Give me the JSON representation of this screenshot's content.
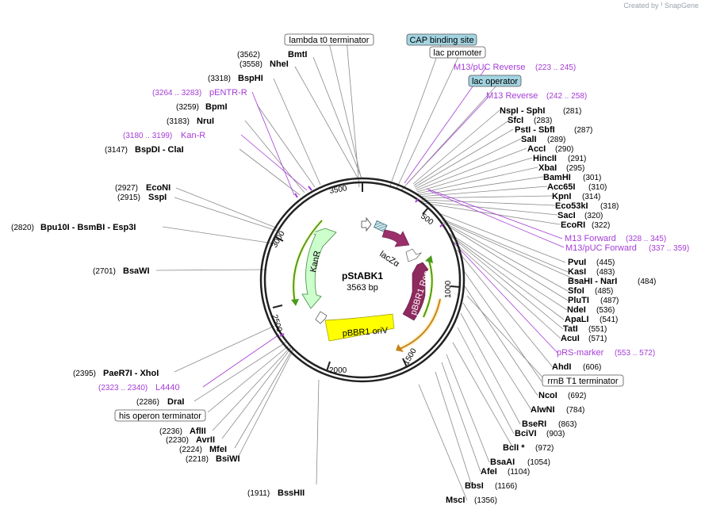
{
  "brand": {
    "created_by": "Created by",
    "name": "SnapGene"
  },
  "plasmid": {
    "name": "pStABK1",
    "length_label": "3563 bp",
    "length": 3563
  },
  "ticks": [
    "500",
    "1000",
    "1500",
    "2000",
    "2500",
    "3000",
    "3500"
  ],
  "features": [
    {
      "id": "lacZa",
      "label": "lacZα",
      "color": "#9b2f6b"
    },
    {
      "id": "pbbr1rep",
      "label": "pBBR1 Rep",
      "color": "#8e2a5e"
    },
    {
      "id": "pbbr1oriv",
      "label": "pBBR1 oriV",
      "color": "#ffff00"
    },
    {
      "id": "kanr",
      "label": "KanR",
      "color": "#ccffcc"
    }
  ],
  "boxed_features": [
    {
      "label": "CAP binding site",
      "fill": "#a3d4e2"
    },
    {
      "label": "lac promoter",
      "fill": "#ffffff"
    },
    {
      "label": "lac operator",
      "fill": "#a3d4e2"
    },
    {
      "label": "lambda t0 terminator",
      "fill": "#ffffff"
    },
    {
      "label": "rrnB T1 terminator",
      "fill": "#ffffff"
    },
    {
      "label": "his operon terminator",
      "fill": "#ffffff"
    }
  ],
  "primers": [
    {
      "label": "M13/pUC Reverse",
      "range": "(223 .. 245)"
    },
    {
      "label": "M13 Reverse",
      "range": "(242 .. 258)"
    },
    {
      "label": "M13 Forward",
      "range": "(328 .. 345)"
    },
    {
      "label": "M13/pUC Forward",
      "range": "(337 .. 359)"
    },
    {
      "label": "pRS-marker",
      "range": "(553 .. 572)"
    },
    {
      "label": "L4440",
      "range": "(2323 .. 2340)"
    },
    {
      "label": "Kan-R",
      "range": "(3180 .. 3199)"
    },
    {
      "label": "pENTR-R",
      "range": "(3264 .. 3283)"
    }
  ],
  "sites_right": [
    {
      "names": "NspI  -  SphI",
      "pos": "(281)"
    },
    {
      "names": "SfcI",
      "pos": "(283)"
    },
    {
      "names": "PstI  -  SbfI",
      "pos": "(287)"
    },
    {
      "names": "SalI",
      "pos": "(289)"
    },
    {
      "names": "AccI",
      "pos": "(290)"
    },
    {
      "names": "HincII",
      "pos": "(291)"
    },
    {
      "names": "XbaI",
      "pos": "(295)"
    },
    {
      "names": "BamHI",
      "pos": "(301)"
    },
    {
      "names": "Acc65I",
      "pos": "(310)"
    },
    {
      "names": "KpnI",
      "pos": "(314)"
    },
    {
      "names": "Eco53kI",
      "pos": "(318)"
    },
    {
      "names": "SacI",
      "pos": "(320)"
    },
    {
      "names": "EcoRI",
      "pos": "(322)"
    },
    {
      "names": "PvuI",
      "pos": "(445)"
    },
    {
      "names": "KasI",
      "pos": "(483)"
    },
    {
      "names": "BsaHI  -  NarI",
      "pos": "(484)"
    },
    {
      "names": "SfoI",
      "pos": "(485)"
    },
    {
      "names": "PluTI",
      "pos": "(487)"
    },
    {
      "names": "NdeI",
      "pos": "(536)"
    },
    {
      "names": "ApaLI",
      "pos": "(541)"
    },
    {
      "names": "TatI",
      "pos": "(551)"
    },
    {
      "names": "AcuI",
      "pos": "(571)"
    },
    {
      "names": "AhdI",
      "pos": "(606)"
    },
    {
      "names": "NcoI",
      "pos": "(692)"
    },
    {
      "names": "AlwNI",
      "pos": "(784)"
    },
    {
      "names": "BseRI",
      "pos": "(863)"
    },
    {
      "names": "BciVI",
      "pos": "(903)"
    },
    {
      "names": "BclI *",
      "pos": "(972)"
    },
    {
      "names": "BsaAI",
      "pos": "(1054)"
    },
    {
      "names": "AfeI",
      "pos": "(1104)"
    },
    {
      "names": "BbsI",
      "pos": "(1166)"
    },
    {
      "names": "MscI",
      "pos": "(1356)"
    }
  ],
  "sites_left": [
    {
      "names": "BmtI",
      "pos": "(3562)"
    },
    {
      "names": "NheI",
      "pos": "(3558)"
    },
    {
      "names": "BspHI",
      "pos": "(3318)"
    },
    {
      "names": "BpmI",
      "pos": "(3259)"
    },
    {
      "names": "NruI",
      "pos": "(3183)"
    },
    {
      "names": "BspDI  -  ClaI",
      "pos": "(3147)"
    },
    {
      "names": "EcoNI",
      "pos": "(2927)"
    },
    {
      "names": "SspI",
      "pos": "(2915)"
    },
    {
      "names": "Bpu10I  -  BsmBI  -  Esp3I",
      "pos": "(2820)"
    },
    {
      "names": "BsaWI",
      "pos": "(2701)"
    },
    {
      "names": "PaeR7I  -  XhoI",
      "pos": "(2395)"
    },
    {
      "names": "DraI",
      "pos": "(2286)"
    },
    {
      "names": "AflII",
      "pos": "(2236)"
    },
    {
      "names": "AvrII",
      "pos": "(2230)"
    },
    {
      "names": "MfeI",
      "pos": "(2224)"
    },
    {
      "names": "BsiWI",
      "pos": "(2218)"
    },
    {
      "names": "BssHII",
      "pos": "(1911)"
    }
  ],
  "colors": {
    "primer": "#a43cd6",
    "line": "#777777",
    "ring": "#222222"
  }
}
